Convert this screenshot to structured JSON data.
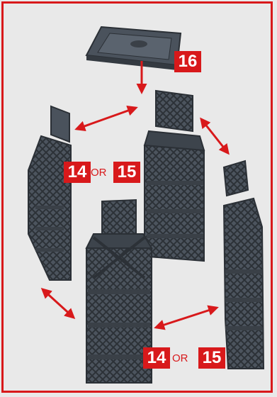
{
  "labels": {
    "lid": "16",
    "left_pair": {
      "first": "14",
      "joiner": "OR",
      "second": "15"
    },
    "bottom_pair": {
      "first": "14",
      "joiner": "OR",
      "second": "15"
    }
  },
  "colors": {
    "frame": "#d8191b",
    "badge": "#d8191b",
    "arrow": "#d8191b",
    "background": "#e9e9e9",
    "model_dark": "#3d444c",
    "model_mid": "#505863"
  }
}
